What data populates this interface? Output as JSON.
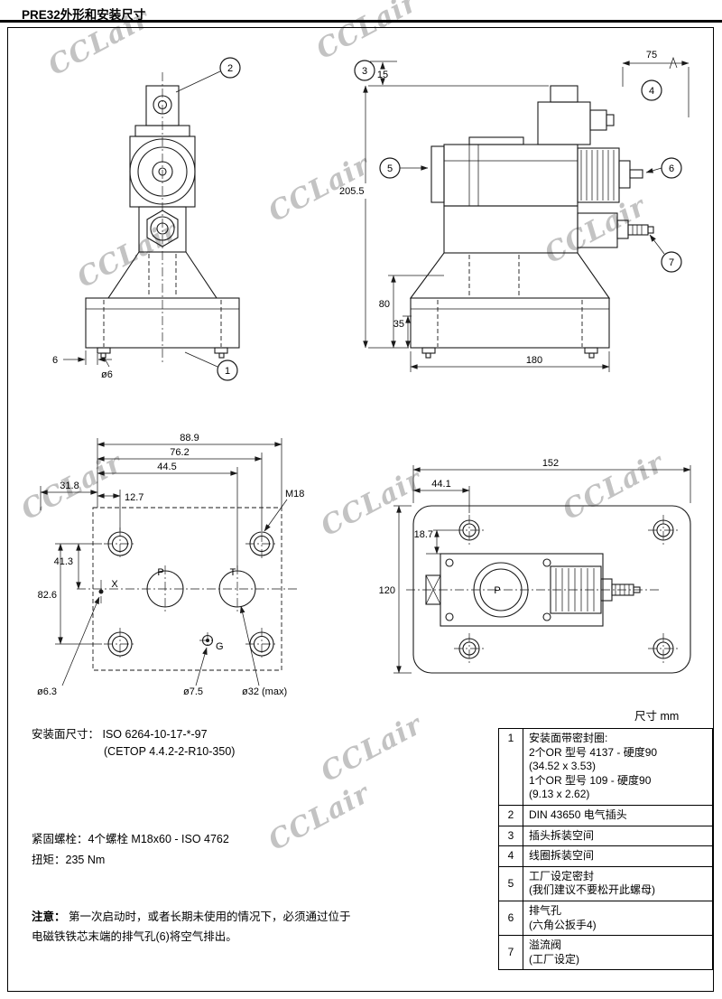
{
  "page": {
    "title": "PRE32外形和安装尺寸",
    "watermark": "CCLair",
    "units_label": "尺寸  mm"
  },
  "front_view": {
    "callout_1": "1",
    "callout_2": "2",
    "dim_6": "6",
    "dim_d6": "ø6"
  },
  "side_view": {
    "callout_3": "3",
    "callout_4": "4",
    "callout_5": "5",
    "callout_6": "6",
    "callout_7": "7",
    "dim_15": "15",
    "dim_75": "75",
    "dim_205_5": "205.5",
    "dim_80": "80",
    "dim_35": "35",
    "dim_180": "180"
  },
  "mount_view": {
    "dim_88_9": "88.9",
    "dim_76_2": "76.2",
    "dim_44_5": "44.5",
    "dim_31_8": "31.8",
    "dim_12_7": "12.7",
    "label_m18": "M18",
    "dim_41_3": "41.3",
    "dim_82_6": "82.6",
    "port_p": "P",
    "port_t": "T",
    "port_x": "X",
    "port_g": "G",
    "dim_d6_3": "ø6.3",
    "dim_d7_5": "ø7.5",
    "dim_d32": "ø32 (max)"
  },
  "top_view": {
    "dim_152": "152",
    "dim_44_1": "44.1",
    "dim_18_7": "18.7",
    "dim_120": "120",
    "port_p": "P"
  },
  "notes": {
    "mount_label": "安装面尺寸：",
    "mount_iso": "ISO 6264-10-17-*-97",
    "mount_cetop": "(CETOP 4.4.2-2-R10-350)",
    "bolt_line": "紧固螺栓：4个螺栓 M18x60 - ISO 4762",
    "torque_line": "扭矩：235 Nm",
    "warning_label": "注意：",
    "warning_line1": "第一次启动时，或者长期未使用的情况下，必须通过位于",
    "warning_line2": "电磁铁铁芯末端的排气孔(6)将空气排出。"
  },
  "legend": {
    "rows": [
      {
        "num": "1",
        "l1": "安装面带密封圈:",
        "l2": "2个OR 型号 4137 - 硬度90",
        "l3": "(34.52 x 3.53)",
        "l4": "1个OR 型号  109 - 硬度90",
        "l5": "(9.13 x 2.62)"
      },
      {
        "num": "2",
        "l1": "DIN 43650 电气插头"
      },
      {
        "num": "3",
        "l1": "插头拆装空间"
      },
      {
        "num": "4",
        "l1": "线圈拆装空间"
      },
      {
        "num": "5",
        "l1": "工厂设定密封",
        "l2": "(我们建议不要松开此螺母)"
      },
      {
        "num": "6",
        "l1": "排气孔",
        "l2": "(六角公扳手4)"
      },
      {
        "num": "7",
        "l1": "溢流阀",
        "l2": "(工厂设定)"
      }
    ]
  }
}
